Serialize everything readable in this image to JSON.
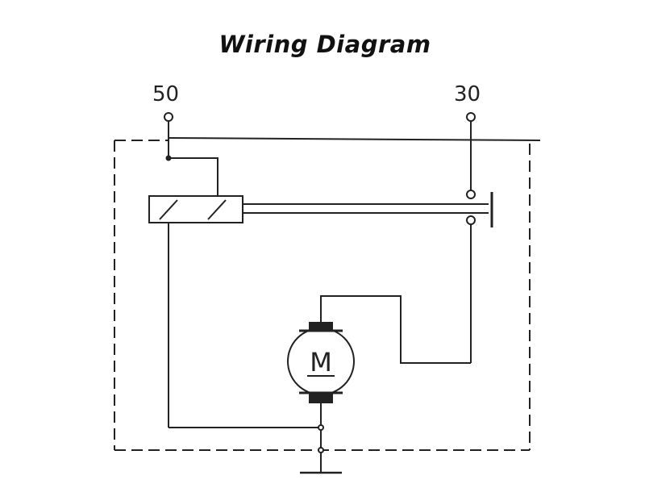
{
  "diagram": {
    "title": "Wiring Diagram",
    "terminals": {
      "left": "50",
      "right": "30"
    },
    "motor_label": "M"
  }
}
